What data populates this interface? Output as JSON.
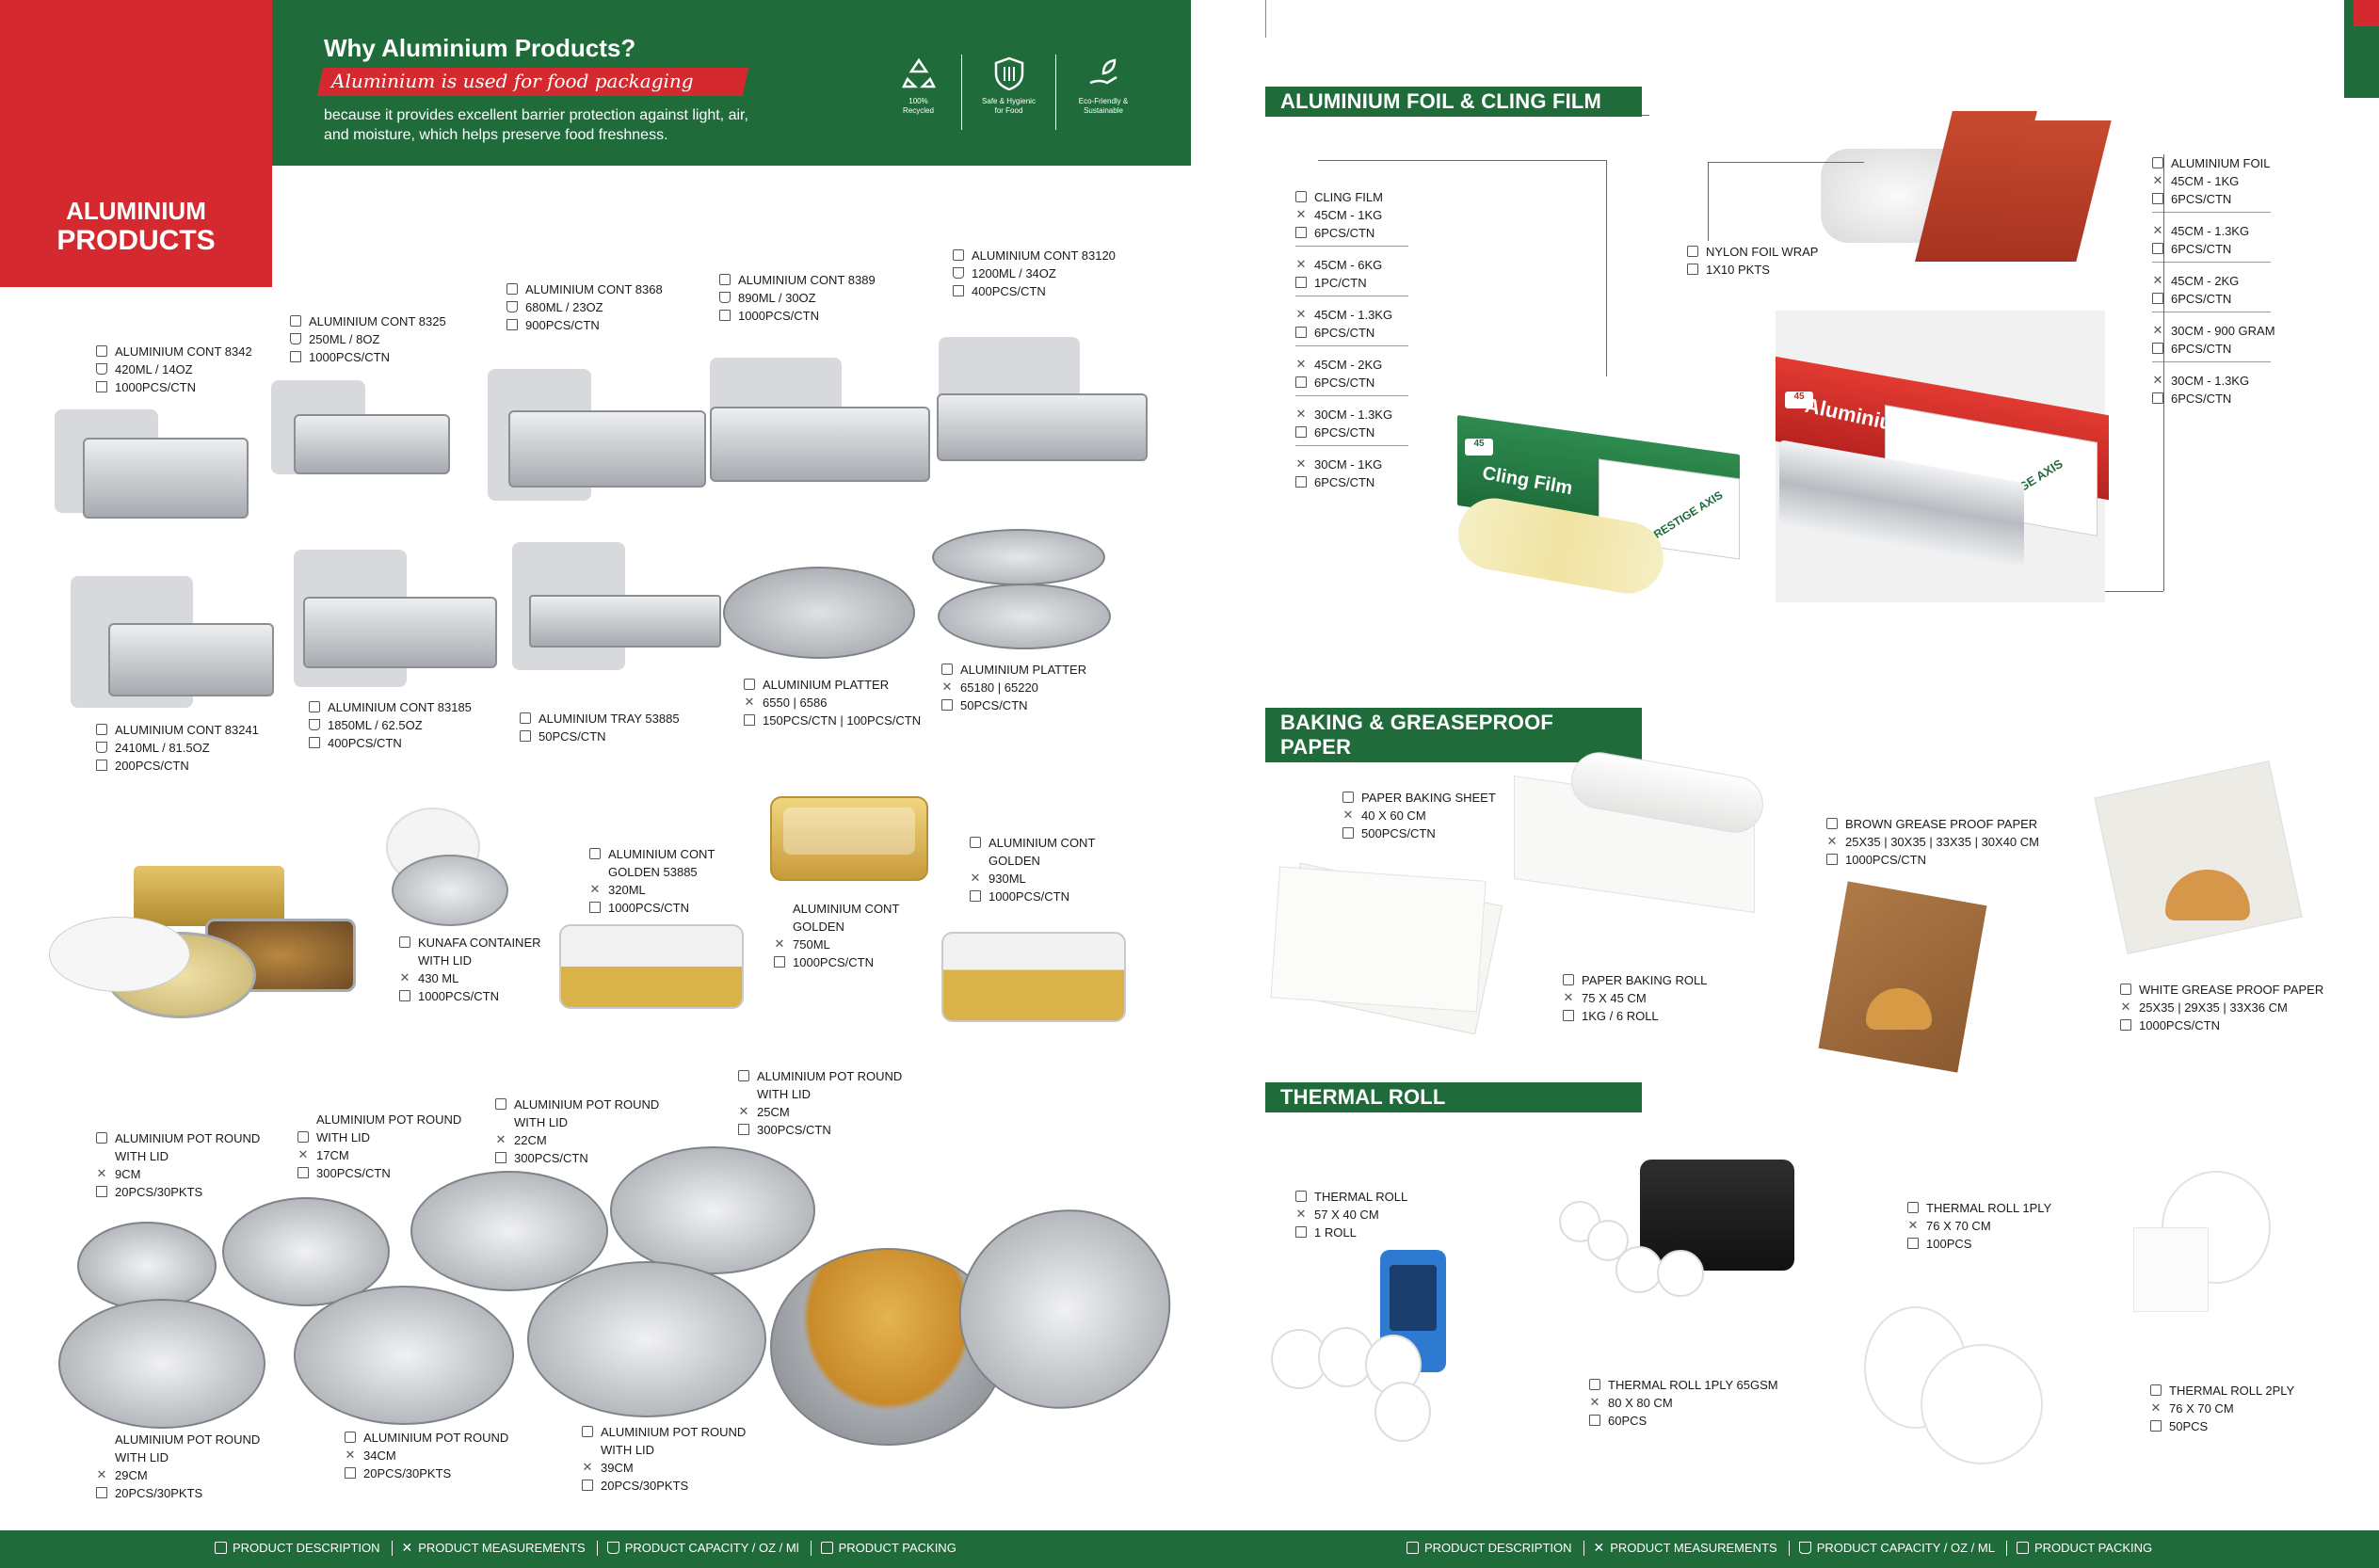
{
  "header": {
    "title": "Why Aluminium Products?",
    "script_line": "Aluminium is used for food packaging",
    "body_line1": "because it provides excellent barrier protection against light, air,",
    "body_line2": "and moisture, which helps preserve food freshness.",
    "badges": [
      {
        "icon": "recycle-icon",
        "line1": "100%",
        "line2": "Recycled"
      },
      {
        "icon": "shield-icon",
        "line1": "Safe & Hygienic",
        "line2": "for Food"
      },
      {
        "icon": "hand-leaf-icon",
        "line1": "Eco-Friendly &",
        "line2": "Sustainable"
      }
    ]
  },
  "aluminium_tag": {
    "line1": "ALUMINIUM",
    "line2": "PRODUCTS"
  },
  "left_products": [
    {
      "lines": [
        "ALUMINIUM CONT 8342",
        "420ml / 14oz",
        "1000Pcs/CTN"
      ]
    },
    {
      "lines": [
        "ALUMINIUM CONT 8325",
        "250ml / 8oz",
        "1000Pcs/CTN"
      ]
    },
    {
      "lines": [
        "ALUMINIUM CONT 8368",
        "680ml / 23oz",
        "900Pcs/CTN"
      ]
    },
    {
      "lines": [
        "ALUMINIUM CONT 8389",
        "890ml / 30oz",
        "1000Pcs/CTN"
      ]
    },
    {
      "lines": [
        "ALUMINIUM CONT 83120",
        "1200ml / 34oz",
        "400Pcs/CTN"
      ]
    },
    {
      "lines": [
        "ALUMINIUM CONT 83241",
        "2410ml / 81.5oz",
        "200Pcs/CTN"
      ]
    },
    {
      "lines": [
        "ALUMINIUM CONT  83185",
        "1850ml / 62.5oz",
        "400Pcs/CTN"
      ]
    },
    {
      "lines": [
        "ALUMINIUM TRAY 53885",
        "50Pcs/CTN"
      ]
    },
    {
      "lines": [
        "ALUMINIUM PLATTER",
        "6550 | 6586",
        "150Pcs/CTN | 100Pcs/CTN"
      ]
    },
    {
      "lines": [
        "ALUMINIUM PLATTER",
        "65180 | 65220",
        "50Pcs/CTN"
      ]
    },
    {
      "lines": [
        "KUNAFA CONTAINER",
        "WITH LID",
        "430 ML",
        "1000Pcs/CTN"
      ]
    },
    {
      "lines": [
        "ALUMINIUM CONT",
        "GOLDEN 53885",
        "320ML",
        "1000Pcs/CTN"
      ]
    },
    {
      "lines": [
        "ALUMINIUM CONT",
        "GOLDEN",
        "750ML",
        "1000Pcs/CTN"
      ]
    },
    {
      "lines": [
        "ALUMINIUM CONT",
        "GOLDEN",
        "930ML",
        "1000Pcs/CTN"
      ]
    },
    {
      "lines": [
        "ALUMINIUM POT ROUND",
        "WITH LID",
        "9CM",
        "20Pcs/30PKTS"
      ]
    },
    {
      "lines": [
        "ALUMINIUM POT ROUND",
        "WITH LID",
        "17CM",
        "300Pcs/CTN"
      ]
    },
    {
      "lines": [
        "ALUMINIUM POT ROUND",
        "WITH LID",
        "22CM",
        "300Pcs/CTN"
      ]
    },
    {
      "lines": [
        "ALUMINIUM POT ROUND",
        "WITH LID",
        "25CM",
        "300Pcs/CTN"
      ]
    },
    {
      "lines": [
        "ALUMINIUM POT ROUND",
        "WITH LID",
        "29CM",
        "20Pcs/30PKTS"
      ]
    },
    {
      "lines": [
        "ALUMINIUM POT ROUND",
        "34CM",
        "20Pcs/30PKTS"
      ]
    },
    {
      "lines": [
        "ALUMINIUM POT ROUND",
        "WITH LID",
        "39CM",
        "20Pcs/30PKTS"
      ]
    }
  ],
  "sections": {
    "foil": "ALUMINIUM FOIL & CLING FILM",
    "baking": "BAKING & GREASEPROOF PAPER",
    "thermal": "THERMAL ROLL"
  },
  "cling_list": [
    [
      "CLING FILM",
      "45CM - 1KG",
      "6Pcs/CTN"
    ],
    [
      "45CM - 6KG",
      "1Pc/CTN"
    ],
    [
      "45CM  - 1.3KG",
      "6Pcs/CTN"
    ],
    [
      "45CM - 2KG",
      "6Pcs/CTN"
    ],
    [
      "30CM - 1.3KG",
      "6Pcs/CTN"
    ],
    [
      "30CM - 1KG",
      "6Pcs/CTN"
    ]
  ],
  "foil_list": [
    [
      "ALUMINIUM FOIL",
      "45CM - 1KG",
      "6Pcs/CTN"
    ],
    [
      "45CM - 1.3KG",
      "6Pcs/CTN"
    ],
    [
      "45CM - 2KG",
      "6Pcs/CTN"
    ],
    [
      "30CM - 900 GRAM",
      "6Pcs/CTN"
    ],
    [
      "30CM - 1.3KG",
      "6Pcs/CTN"
    ]
  ],
  "nylon": [
    "NYLON FOIL WRAP",
    "1X10 PKTS"
  ],
  "box_labels": {
    "cling": "Cling Film",
    "foil": "Aluminium Foil",
    "brand": "PRESTIGE AXIS",
    "badge": "45"
  },
  "baking_products": [
    [
      "PAPER BAKING SHEET",
      "40 x 60 CM",
      "500Pcs/CTN"
    ],
    [
      "PAPER BAKING ROLL",
      "75 x 45 cm",
      "1KG / 6 ROLL"
    ],
    [
      "BROWN GREASE PROOF PAPER",
      "25x35 | 30x35 | 33x35 | 30x40 cm",
      "1000Pcs/CTN"
    ],
    [
      "WHITE GREASE PROOF PAPER",
      "25x35 | 29x35 | 33x36 cm",
      "1000Pcs/CTN"
    ]
  ],
  "thermal_products": [
    [
      "THERMAL ROLL",
      "57 x 40 CM",
      "1 Roll"
    ],
    [
      "THERMAL ROLL 1PLY 65GSM",
      "80 x 80 CM",
      "60PCS"
    ],
    [
      "THERMAL ROLL 1PLY",
      "76 x 70 CM",
      "100PCS"
    ],
    [
      "THERMAL ROLL 2PLY",
      "76 x 70 CM",
      "50PCS"
    ]
  ],
  "footer": [
    {
      "icon": "description-icon",
      "label": "PRODUCT DESCRIPTION"
    },
    {
      "icon": "measurement-icon",
      "label": "PRODUCT MEASUREMENTS"
    },
    {
      "icon": "capacity-icon",
      "label": "PRODUCT CAPACITY / OZ / Ml"
    },
    {
      "icon": "packing-icon",
      "label": "PRODUCT PACKING"
    }
  ],
  "footer_right": [
    {
      "icon": "description-icon",
      "label": "PRODUCT DESCRIPTION"
    },
    {
      "icon": "measurement-icon",
      "label": "PRODUCT MEASUREMENTS"
    },
    {
      "icon": "capacity-icon",
      "label": "PRODUCT CAPACITY / OZ / ML"
    },
    {
      "icon": "packing-icon",
      "label": "PRODUCT PACKING"
    }
  ],
  "colors": {
    "green": "#1f6b3a",
    "red": "#d42a2f",
    "foil": "#c9ccd1",
    "gold": "#d9b24a"
  }
}
